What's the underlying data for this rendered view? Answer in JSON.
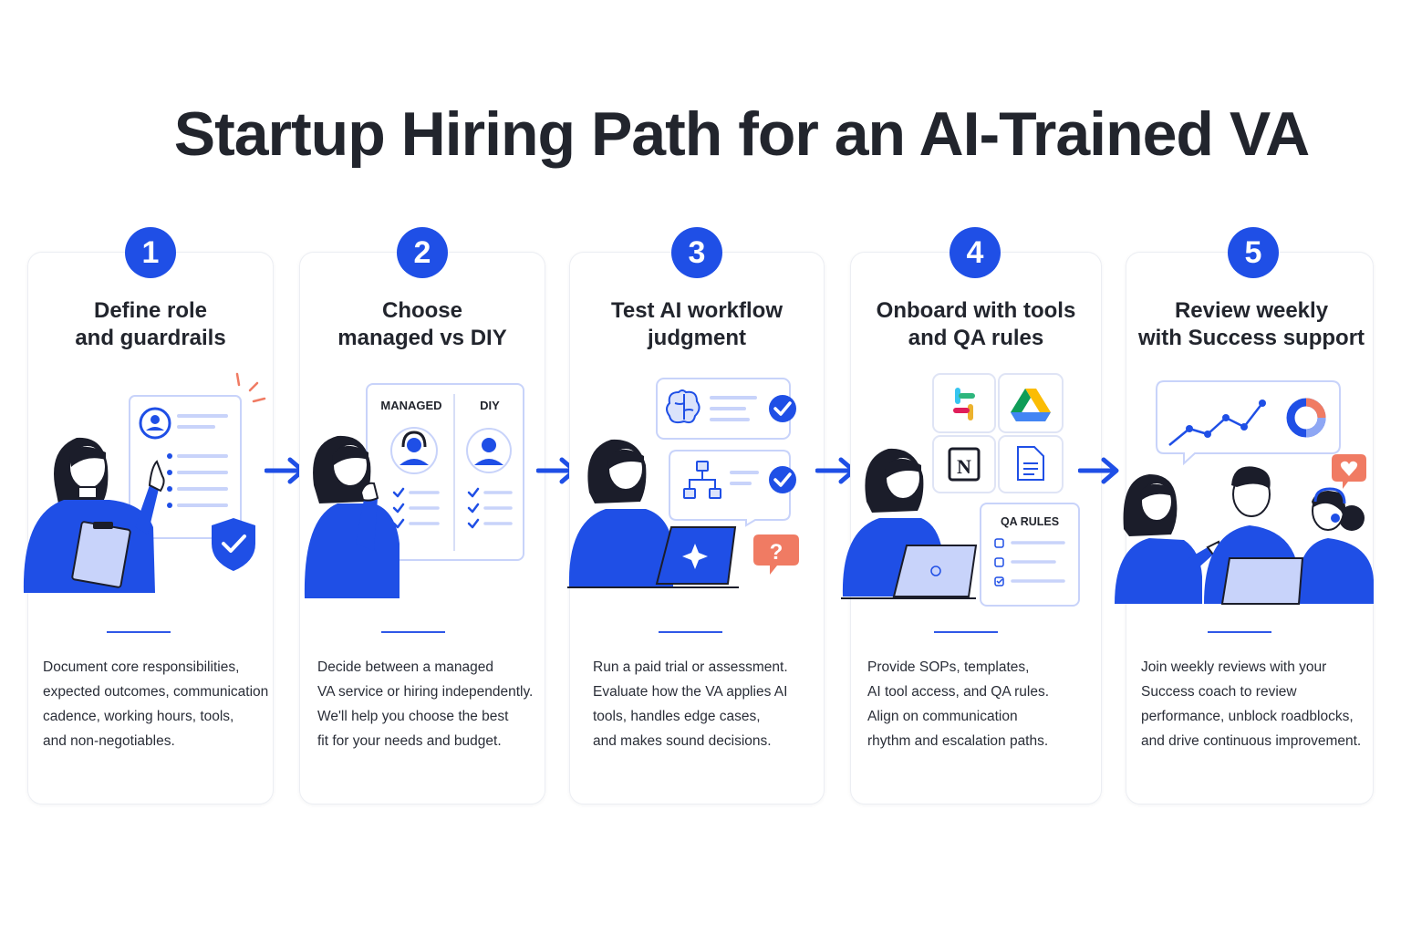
{
  "title": "Startup Hiring Path for an AI-Trained VA",
  "colors": {
    "accent": "#1f4fe6",
    "alert": "#f07b63",
    "line": "#c8d3fa"
  },
  "steps": [
    {
      "number": "1",
      "title_lines": [
        "Define role",
        "and guardrails"
      ],
      "desc_lines": [
        "Document core responsibilities,",
        "expected outcomes, communication",
        "cadence, working hours, tools,",
        "and non-negotiables."
      ]
    },
    {
      "number": "2",
      "title_lines": [
        "Choose",
        "managed vs DIY"
      ],
      "panel_labels": [
        "MANAGED",
        "DIY"
      ],
      "desc_lines": [
        "Decide between a managed",
        "VA service or hiring independently.",
        "We'll help you choose the best",
        "fit for your needs and budget."
      ]
    },
    {
      "number": "3",
      "title_lines": [
        "Test AI workflow",
        "judgment"
      ],
      "desc_lines": [
        "Run a paid trial or assessment.",
        "Evaluate how the VA applies AI",
        "tools, handles edge cases,",
        "and makes sound decisions."
      ]
    },
    {
      "number": "4",
      "title_lines": [
        "Onboard with tools",
        "and QA rules"
      ],
      "panel_label": "QA RULES",
      "desc_lines": [
        "Provide SOPs, templates,",
        "AI tool access, and QA rules.",
        "Align on communication",
        "rhythm and escalation paths."
      ]
    },
    {
      "number": "5",
      "title_lines": [
        "Review weekly",
        "with Success support"
      ],
      "desc_lines": [
        "Join weekly reviews with your",
        "Success coach to review",
        "performance, unblock roadblocks,",
        "and drive continuous improvement."
      ]
    }
  ]
}
